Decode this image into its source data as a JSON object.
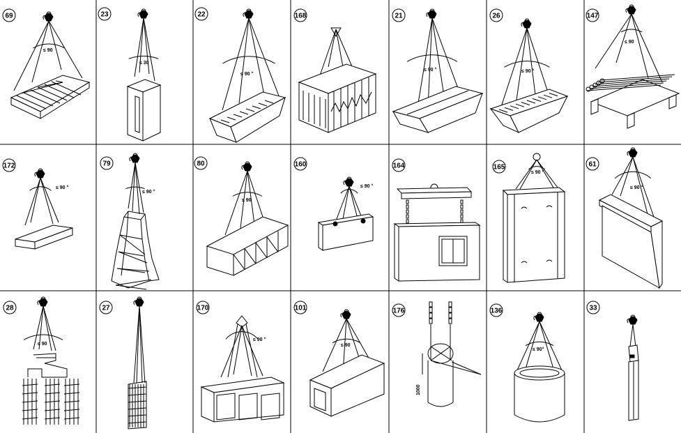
{
  "title": "",
  "grid": {
    "rows": 3,
    "cols": 7,
    "line_color": "#000000",
    "background": "#ffffff"
  },
  "cells": [
    {
      "label": "69",
      "angle": "≤ 90",
      "load": "stacked-plank-bundle"
    },
    {
      "label": "23",
      "angle": "≤ 30",
      "load": "tall-box-column"
    },
    {
      "label": "22",
      "angle": "≤ 90 °",
      "load": "open-trough-container"
    },
    {
      "label": "168",
      "angle": "",
      "load": "crated-package"
    },
    {
      "label": "21",
      "angle": "≤ 90 °",
      "load": "double-trough-container"
    },
    {
      "label": "26",
      "angle": "≤ 90 °",
      "load": "hopper-container"
    },
    {
      "label": "147",
      "angle": "≤ 90",
      "load": "pipe-bundle-on-frame"
    },
    {
      "label": "172",
      "angle": "≤ 90 °",
      "load": "beam-block"
    },
    {
      "label": "79",
      "angle": "≤ 90 °",
      "load": "lattice-tower-frame"
    },
    {
      "label": "80",
      "angle": "≤ 90",
      "load": "truss-box-frame"
    },
    {
      "label": "160",
      "angle": "≤ 90 °",
      "load": "flat-panel"
    },
    {
      "label": "164",
      "angle": "",
      "load": "wall-panel-with-window",
      "spreader": true
    },
    {
      "label": "165",
      "angle": "≤ 90 °",
      "load": "tall-channel-panel"
    },
    {
      "label": "61",
      "angle": "≤ 90 °",
      "load": "wall-panel-with-ledge"
    },
    {
      "label": "28",
      "angle": "≤ 90",
      "load": "rebar-cage-assembly"
    },
    {
      "label": "27",
      "angle": "",
      "load": "rebar-cage-column"
    },
    {
      "label": "170",
      "angle": "≤ 90 °",
      "load": "three-bay-box"
    },
    {
      "label": "101",
      "angle": "≤ 90",
      "load": "box-culvert"
    },
    {
      "label": "176",
      "angle": "",
      "load": "vertical-pile",
      "dimension": "1000"
    },
    {
      "label": "136",
      "angle": "≤ 90°",
      "load": "ring-pipe"
    },
    {
      "label": "33",
      "angle": "",
      "load": "vertical-post"
    }
  ]
}
